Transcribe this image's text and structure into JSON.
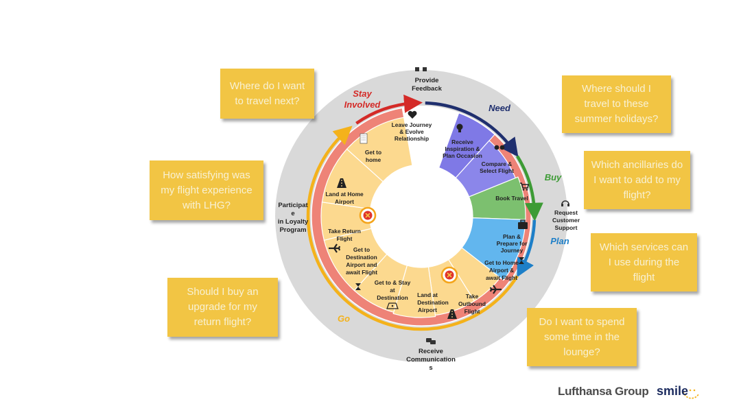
{
  "notes": [
    {
      "id": "note-where-travel",
      "text": "Where do I want to travel next?"
    },
    {
      "id": "note-where-holidays",
      "text": "Where should I travel to these summer holidays?"
    },
    {
      "id": "note-satisfying",
      "text": "How satisfying was my flight experience with LHG?"
    },
    {
      "id": "note-ancillaries",
      "text": "Which ancillaries do I want to add to my flight?"
    },
    {
      "id": "note-services",
      "text": "Which services can I use during the flight"
    },
    {
      "id": "note-upgrade",
      "text": "Should I buy an upgrade for my return flight?"
    },
    {
      "id": "note-lounge",
      "text": "Do I want to spend some time in the lounge?"
    }
  ],
  "phases": {
    "stay_involved_line1": "Stay",
    "stay_involved_line2": "Involved",
    "need": "Need",
    "buy": "Buy",
    "plan": "Plan",
    "go": "Go"
  },
  "colors": {
    "stay": "#d42a27",
    "need": "#1f2f6e",
    "buy": "#3d9b35",
    "plan": "#1d7fc8",
    "go": "#f4b21b",
    "relationship": "#ee8377",
    "inspiration": "#7f79e6",
    "select": "#8b86ea",
    "book": "#7cc06f",
    "prepare": "#62b6ee",
    "journey": "#fcd98f",
    "ring": "#d9d9d9"
  },
  "outer_labels": {
    "feedback_1": "Provide",
    "feedback_2": "Feedback",
    "support_1": "Request",
    "support_2": "Customer",
    "support_3": "Support",
    "communication_1": "Receive",
    "communication_2": "Communication",
    "communication_3": "s",
    "loyalty_1": "Participat",
    "loyalty_2": "e",
    "loyalty_3": "in Loyalty",
    "loyalty_4": "Program"
  },
  "segments": {
    "leave_1": "Leave Journey",
    "leave_2": "& Evolve",
    "leave_3": "Relationship",
    "receive_1": "Receive",
    "receive_2": "Inspiration &",
    "receive_3": "Plan Occasion",
    "compare_1": "Compare &",
    "compare_2": "Select Flight",
    "book": "Book Travel",
    "prepare_1": "Plan &",
    "prepare_2": "Prepare for",
    "prepare_3": "Journey",
    "home_airport_1": "Get to Home",
    "home_airport_2": "Airport &",
    "home_airport_3": "await Flight",
    "outbound_1": "Take",
    "outbound_2": "Outbound",
    "outbound_3": "Flight",
    "land_dest_1": "Land at",
    "land_dest_2": "Destination",
    "land_dest_3": "Airport",
    "stay_dest_1": "Get to & Stay",
    "stay_dest_2": "at",
    "stay_dest_3": "Destination",
    "dest_airport_1": "Get to",
    "dest_airport_2": "Destination",
    "dest_airport_3": "Airport and",
    "dest_airport_4": "await Flight",
    "return_1": "Take Return",
    "return_2": "Flight",
    "land_home_1": "Land at Home",
    "land_home_2": "Airport",
    "get_home_1": "Get to",
    "get_home_2": "home"
  },
  "logos": {
    "company": "Lufthansa Group",
    "smile": "smile"
  }
}
